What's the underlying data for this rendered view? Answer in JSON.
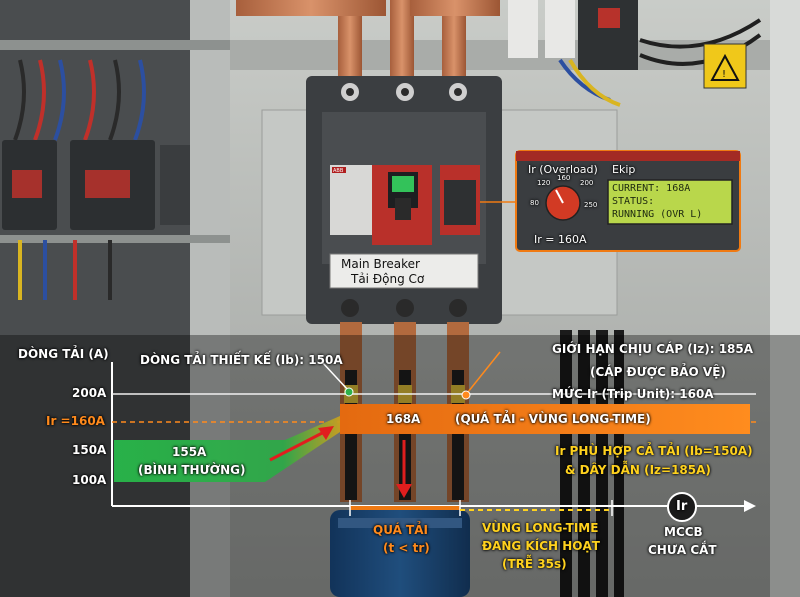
{
  "breaker": {
    "brand": "ABB",
    "label_line1": "Main Breaker",
    "label_line2": "Tải Động Cơ"
  },
  "trip_unit": {
    "dial_title": "Ir (Overload)",
    "dial_ticks": [
      "80",
      "120",
      "160",
      "200",
      "250"
    ],
    "dial_value": "Ir = 160A",
    "brand": "Ekip",
    "lcd_line1": "CURRENT: 168A",
    "lcd_line2": "STATUS:",
    "lcd_line3": "RUNNING (OVR L)"
  },
  "overlay": {
    "y_axis_label": "DÒNG TẢI (A)",
    "y_ticks": [
      "200A",
      "Ir =160A",
      "150A",
      "100A"
    ],
    "design_current": "DÒNG TẢI THIẾT KẾ (Ib): 150A",
    "cable_limit": "GIỚI HẠN CHỊU CÁP (Iz): 185A",
    "cable_protected": "(CÁP ĐƯỢC BẢO VỆ)",
    "ir_level": "MỨC Ir (Trip Unit): 160A",
    "normal_value": "155A",
    "normal_label": "(BÌNH THƯỜNG)",
    "overload_value": "168A",
    "overload_label": "(QUÁ TẢI - VÙNG LONG-TIME)",
    "ir_fit_line1": "Ir PHÙ HỢP CẢ TẢI (Ib=150A)",
    "ir_fit_line2": "& DÂY DẪN (Iz=185A)",
    "overload_zone_line1": "QUÁ TẢI",
    "overload_zone_line2": "(t < tr)",
    "longtime_line1": "VÙNG LONG-TIME",
    "longtime_line2": "ĐANG KÍCH HOẠT",
    "longtime_line3": "(TRỄ 35s)",
    "ir_circle": "Ir",
    "mccb_line1": "MCCB",
    "mccb_line2": "CHƯA CẮT"
  },
  "colors": {
    "overlay_orange": "#f07a12",
    "overlay_green": "#2fb04a",
    "lcd_green": "#b8d64a",
    "copper": "#c7825a"
  }
}
